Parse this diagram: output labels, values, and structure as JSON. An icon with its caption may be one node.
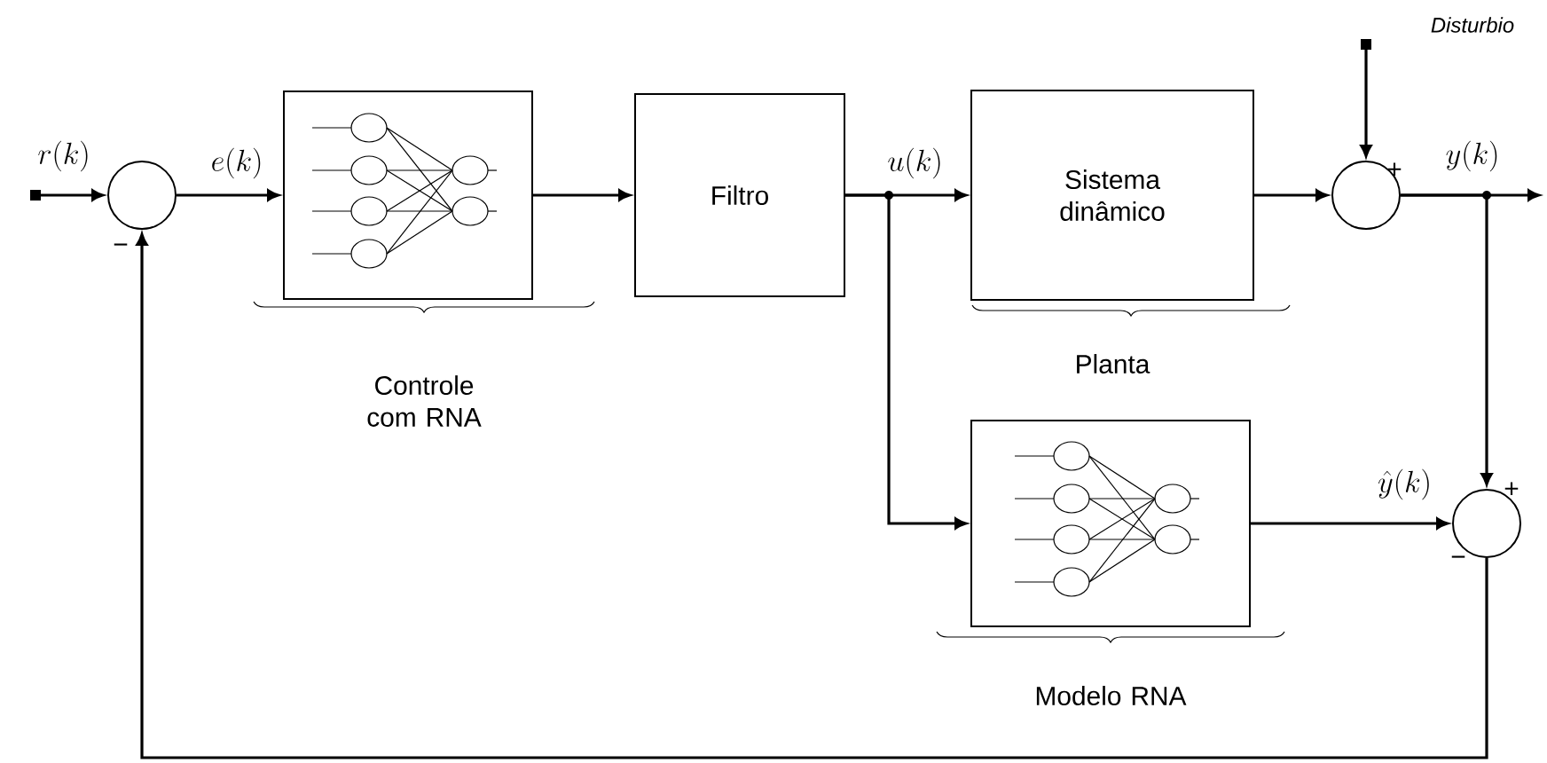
{
  "diagram": {
    "nodes": [
      {
        "text": [],
        "shape": "circle"
      },
      {
        "text": [],
        "shape": "box",
        "beside": [
          "Controle com RNA"
        ]
      },
      {
        "text": [
          "Filtro"
        ]
      },
      {
        "text": [
          "Sistema dinâmico"
        ],
        "beside": [
          "Planta"
        ]
      },
      {
        "text": [],
        "shape": "circle"
      },
      {
        "text": [],
        "shape": "box",
        "beside": [
          "Modelo RNA"
        ]
      },
      {
        "text": [],
        "shape": "circle"
      }
    ],
    "edges": [
      {
        "from": null,
        "to": 0,
        "arrow": "to",
        "label": "r(k)"
      },
      {
        "from": 0,
        "to": 1,
        "arrow": "to",
        "label": "e(k)"
      },
      {
        "from": 1,
        "to": 2,
        "arrow": "to"
      },
      {
        "from": 2,
        "to": 3,
        "arrow": "to",
        "label": "u(k)"
      },
      {
        "from": 2,
        "to": 5,
        "arrow": "to"
      },
      {
        "from": 3,
        "to": 4,
        "arrow": "to"
      },
      {
        "from": null,
        "to": 4,
        "arrow": "to",
        "label": "Disturbio"
      },
      {
        "from": 4,
        "to": null,
        "arrow": "to",
        "label": "y(k)"
      },
      {
        "from": 4,
        "to": 6,
        "arrow": "to"
      },
      {
        "from": 5,
        "to": 6,
        "arrow": "to",
        "label": "\\hat{y}(k)"
      },
      {
        "from": 6,
        "to": 0,
        "arrow": "to"
      }
    ],
    "labels": [
      "−",
      "+",
      "+",
      "−"
    ]
  }
}
